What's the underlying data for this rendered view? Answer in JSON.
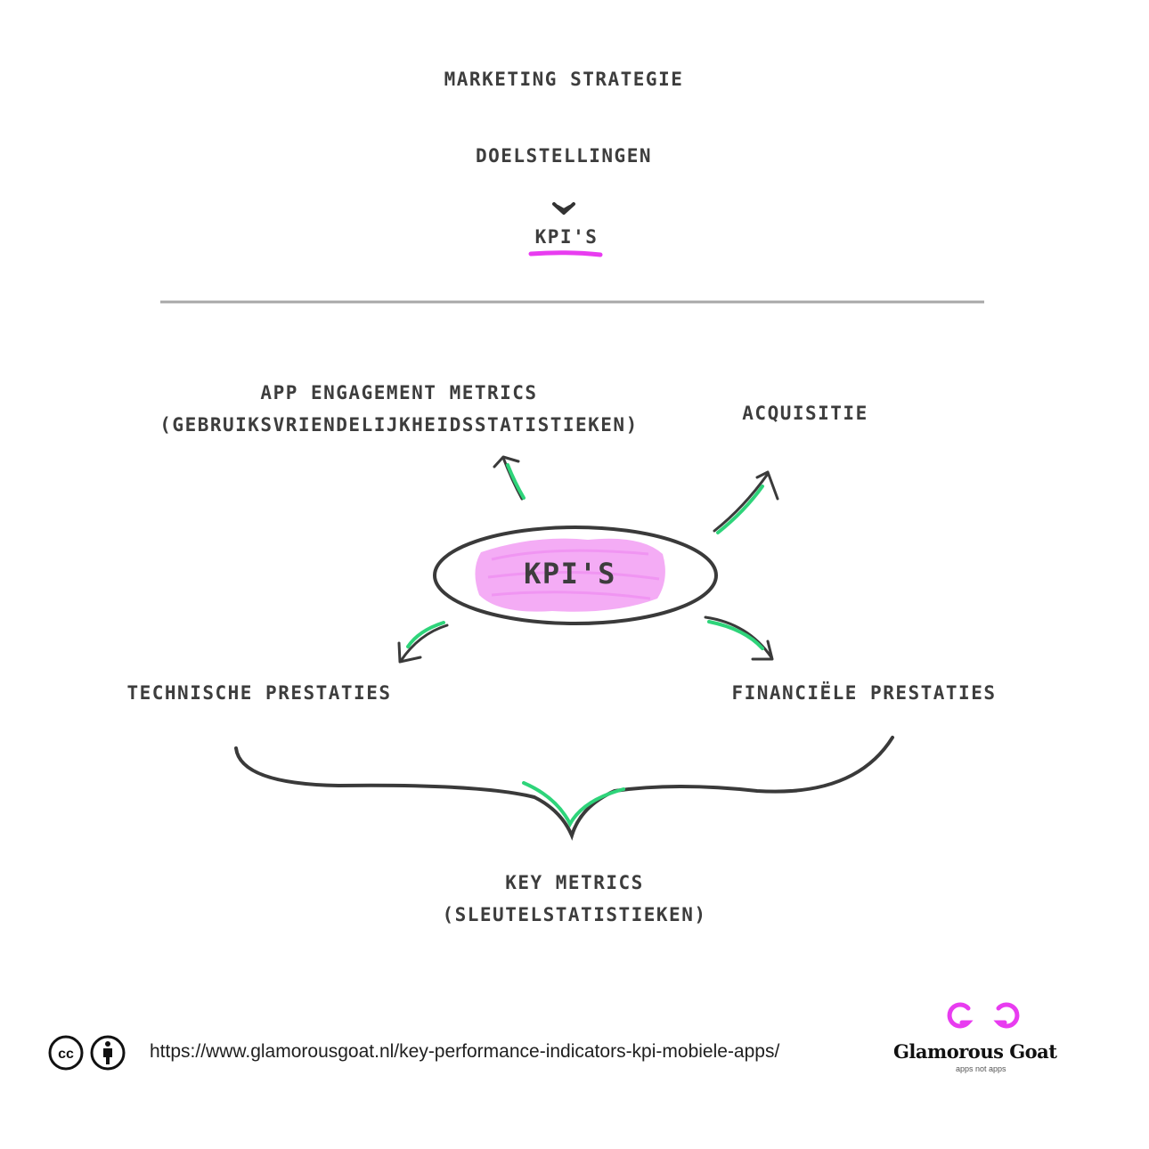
{
  "header": {
    "strategy": "Marketing strategie",
    "goals": "Doelstellingen",
    "kpis": "KPI's"
  },
  "diagram": {
    "center": "KPI's",
    "top_left_line1": "App engagement metrics",
    "top_left_line2": "(Gebruiksvriendelijkheidsstatistieken)",
    "top_right": "Acquisitie",
    "bottom_left": "Technische prestaties",
    "bottom_right": "Financiële prestaties",
    "summary_line1": "Key metrics",
    "summary_line2": "(sleutelstatistieken)"
  },
  "footer": {
    "url": "https://www.glamorousgoat.nl/key-performance-indicators-kpi-mobiele-apps/",
    "license_icons": [
      "cc-icon",
      "attribution-icon"
    ],
    "brand": "Glamorous Goat",
    "brand_tagline": "apps not apps"
  },
  "colors": {
    "ink": "#3d3d3d",
    "accent_pink": "#e83cf0",
    "accent_green": "#2ed47a"
  }
}
